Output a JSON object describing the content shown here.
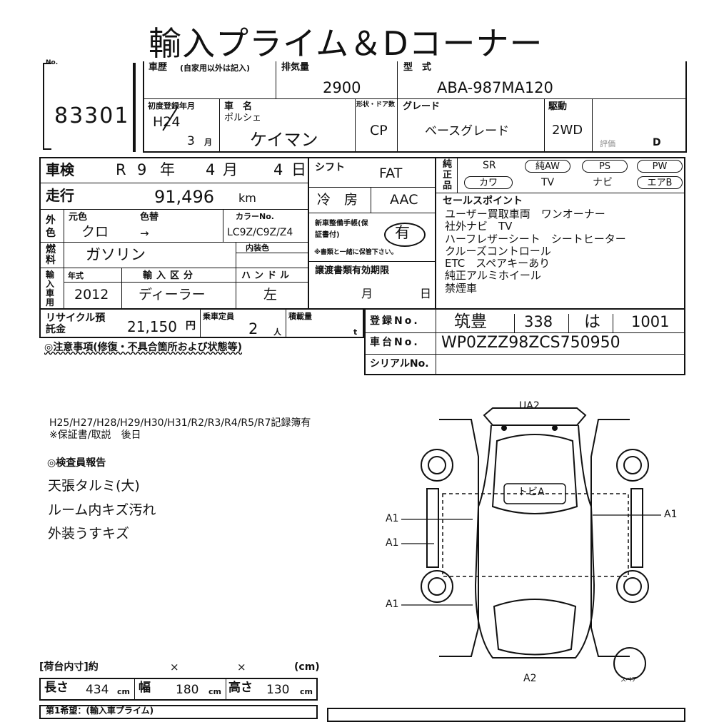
{
  "title": "輸入プライム＆Dコーナー",
  "top_right_faint": "",
  "lot": {
    "label": "No.",
    "number": "83301"
  },
  "history": {
    "label": "車歴",
    "note": "(自家用以外は記入)"
  },
  "displacement": {
    "label": "排気量",
    "value": "2900"
  },
  "model_code": {
    "label": "型　式",
    "value": "ABA-987MA120"
  },
  "first_reg": {
    "label": "初度登録年月",
    "era": "H24",
    "month": "3",
    "month_unit": "月"
  },
  "car_name": {
    "label": "車　名",
    "maker": "ポルシェ",
    "name": "ケイマン"
  },
  "body": {
    "label": "形状・ドア数",
    "value": "CP"
  },
  "grade": {
    "label": "グレード",
    "value": "ベースグレード"
  },
  "drive": {
    "label": "駆動",
    "value": "2WD"
  },
  "score_box": {
    "label": "評価",
    "value": "D"
  },
  "inspection": {
    "label": "車検",
    "era": "R",
    "year": "9",
    "year_unit": "年",
    "month": "4",
    "month_unit": "月",
    "day": "4",
    "day_unit": "日"
  },
  "shift": {
    "label": "シフト",
    "value": "FAT"
  },
  "equipment": {
    "label": "純正品",
    "row1": [
      "SR",
      "純AW",
      "PS",
      "PW"
    ],
    "row2": [
      "カワ",
      "TV",
      "ナビ",
      "エアB"
    ]
  },
  "mileage": {
    "label": "走行",
    "value": "91,496",
    "unit": "km"
  },
  "ac": {
    "label": "冷　房",
    "value": "AAC"
  },
  "sales_points": {
    "label": "セールスポイント",
    "lines": [
      "ユーザー買取車両　ワンオーナー",
      "社外ナビ　TV",
      "ハーフレザーシート　シートヒーター",
      "クルーズコントロール",
      "ETC　スペアキーあり",
      "純正アルミホイール",
      "禁煙車"
    ]
  },
  "color": {
    "label": "外色",
    "orig_label": "元色",
    "repaint_label": "色替",
    "code_label": "カラーNo.",
    "orig": "クロ",
    "arrow": "→",
    "code": "LC9Z/C9Z/Z4"
  },
  "manual": {
    "label": "新車整備手帳(保証書付)",
    "value": "有",
    "note": "※書類と一緒に保管下さい。"
  },
  "fuel": {
    "label": "燃料",
    "value": "ガソリン",
    "interior_label": "内装色"
  },
  "import": {
    "label": "輸入車用",
    "year_label": "年式",
    "year": "2012",
    "type_label": "輸入区分",
    "type": "ディーラー",
    "handle_label": "ハンドル",
    "handle": "左"
  },
  "transfer": {
    "label": "譲渡書類有効期限",
    "month_unit": "月",
    "day_unit": "日"
  },
  "recycle": {
    "label": "リサイクル預託金",
    "value": "21,150",
    "unit": "円"
  },
  "capacity": {
    "label": "乗車定員",
    "value": "2",
    "unit": "人"
  },
  "load": {
    "label": "積載量",
    "unit": "t"
  },
  "registration": {
    "label": "登録No.",
    "place": "筑豊",
    "class": "338",
    "kana": "は",
    "number": "1001"
  },
  "chassis": {
    "label": "車台No.",
    "value": "WP0ZZZ98ZCS750950"
  },
  "serial": {
    "label": "シリアルNo.",
    "value": ""
  },
  "notes_header": "◎注意事項(修復・不具合箇所および状態等)",
  "records": [
    "H25/H27/H28/H29/H30/H31/R2/R3/R4/R5/R7記録簿有",
    "※保証書/取説　後日"
  ],
  "inspector_header": "◎検査員報告",
  "inspector_lines": [
    "天張タルミ(大)",
    "ルーム内キズ汚れ",
    "外装うすキズ"
  ],
  "diagram": {
    "top": "UA2",
    "bottom": "A2",
    "roof": "トビA",
    "left": [
      "A1",
      "A1",
      "A1"
    ],
    "right": "A1",
    "spare": "スペア"
  },
  "cargo": {
    "label": "[荷台内寸]約",
    "x1": "×",
    "x2": "×",
    "unit": "(cm)"
  },
  "size": {
    "len_label": "長さ",
    "len": "434",
    "wid_label": "幅",
    "wid": "180",
    "hei_label": "高さ",
    "hei": "130",
    "unit": "cm"
  },
  "footer": "第1希望：(輸入車プライム)"
}
